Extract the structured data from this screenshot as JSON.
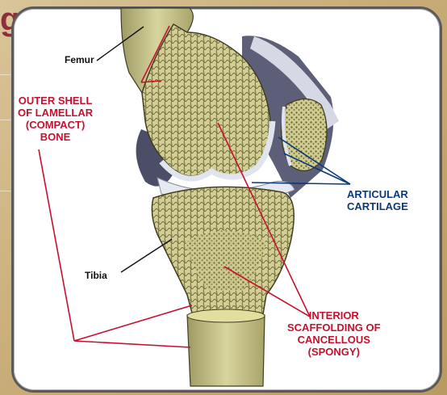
{
  "slide": {
    "title_fragment": "g"
  },
  "labels": {
    "femur": "Femur",
    "outer_shell": "OUTER SHELL\nOF LAMELLAR\n(COMPACT)\nBONE",
    "articular_cartilage": "ARTICULAR\nCARTILAGE",
    "tibia": "Tibia",
    "interior_scaffolding": "INTERIOR\nSCAFFOLDING OF\nCANCELLOUS\n(SPONGY)"
  },
  "colors": {
    "background": "#c9ad78",
    "title": "#8b2f3a",
    "red_label": "#c8102e",
    "blue_label": "#0b3a78",
    "bone": "#c8c48a",
    "cartilage": "#dfe4ee"
  }
}
